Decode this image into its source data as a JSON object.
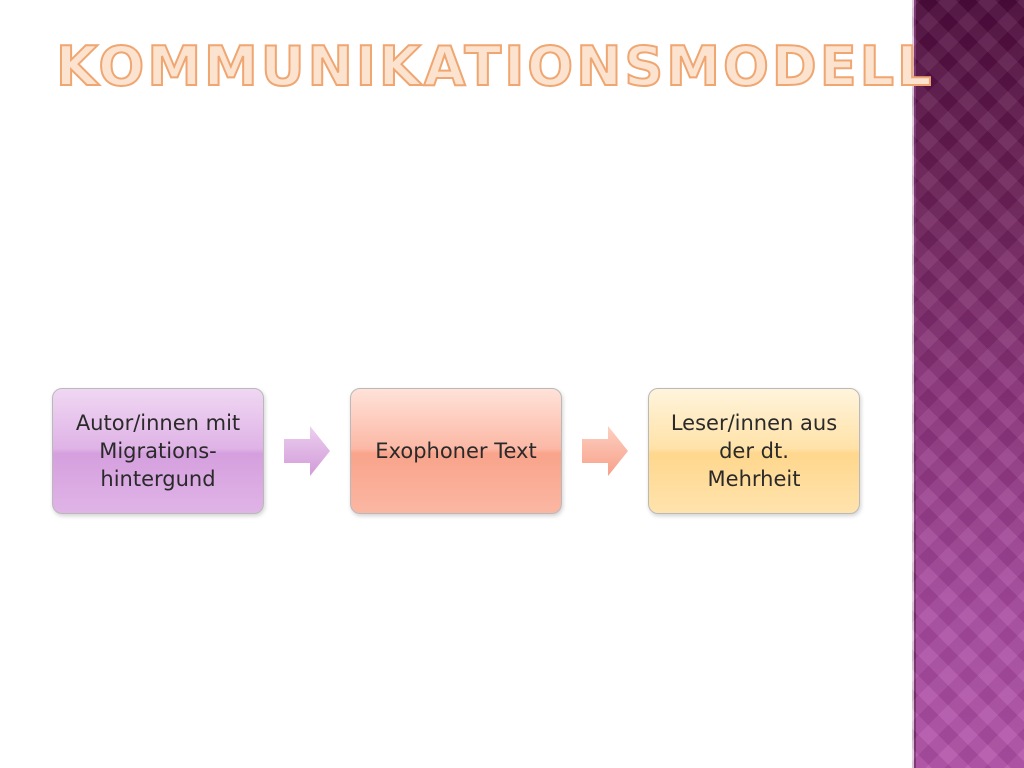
{
  "title": "Kommunikationsmodell",
  "diagram": {
    "nodes": [
      {
        "label": "Autor/innen mit\nMigrations-\nhintergund"
      },
      {
        "label": "Exophoner Text"
      },
      {
        "label": "Leser/innen aus\nder dt.\nMehrheit"
      }
    ],
    "arrows": [
      {
        "from": 0,
        "to": 1
      },
      {
        "from": 1,
        "to": 2
      }
    ]
  },
  "colors": {
    "title_fill": "#fce3cf",
    "title_stroke": "#f0a671",
    "node_1": "#dfb3e6",
    "node_2": "#fcb8a5",
    "node_3": "#ffe2a8",
    "arrow_1": "#d9a6df",
    "arrow_2": "#f9b09c",
    "side_band": "#8f3580"
  }
}
